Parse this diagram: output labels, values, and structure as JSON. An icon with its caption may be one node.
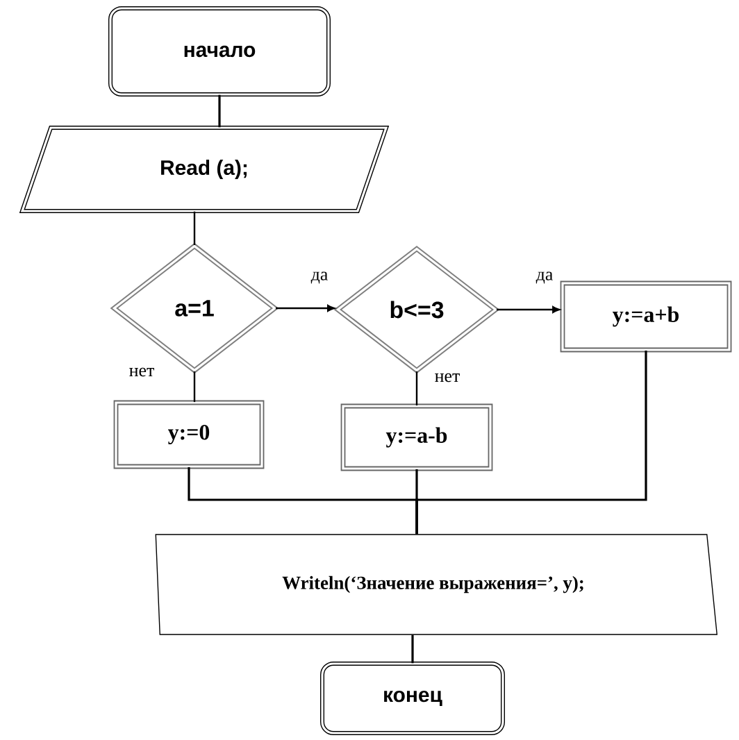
{
  "diagram": {
    "nodes": [
      {
        "text": [
          "начало"
        ]
      },
      {
        "text": [
          "Read (a);"
        ]
      },
      {
        "text": [
          "a=1"
        ]
      },
      {
        "text": [
          "b<=3"
        ]
      },
      {
        "text": [
          "y:=a+b"
        ]
      },
      {
        "text": [
          "y:=0"
        ]
      },
      {
        "text": [
          "y:=a-b"
        ]
      },
      {
        "text": [
          "Writeln(‘Значение выражения=’, y);"
        ]
      },
      {
        "text": [
          "конец"
        ]
      }
    ],
    "edges": [
      {
        "from": 0,
        "to": 1,
        "arrow": "none"
      },
      {
        "from": 1,
        "to": 2,
        "arrow": "none"
      },
      {
        "from": 2,
        "to": 3,
        "arrow": "to",
        "label": "да"
      },
      {
        "from": 3,
        "to": 4,
        "arrow": "to",
        "label": "да"
      },
      {
        "from": 2,
        "to": 5,
        "arrow": "none",
        "label": "нет"
      },
      {
        "from": 3,
        "to": 6,
        "arrow": "none",
        "label": "нет"
      },
      {
        "from": 5,
        "to": 7,
        "arrow": "none"
      },
      {
        "from": 6,
        "to": 7,
        "arrow": "none"
      },
      {
        "from": 4,
        "to": 7,
        "arrow": "none"
      },
      {
        "from": 7,
        "to": 8,
        "arrow": "none"
      }
    ]
  }
}
